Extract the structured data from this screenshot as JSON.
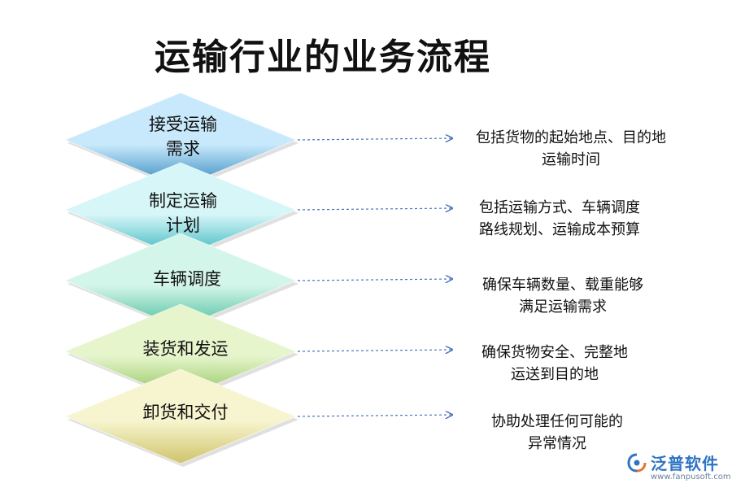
{
  "title": "运输行业的业务流程",
  "steps": [
    {
      "line1": "接受运输",
      "line2": "需求",
      "desc1": "包括货物的起始地点、目的地",
      "desc2": "运输时间",
      "color_top": "#c8e9fb",
      "color_bottom": "#2f86bd"
    },
    {
      "line1": "制定运输",
      "line2": "计划",
      "desc1": "包括运输方式、车辆调度",
      "desc2": "路线规划、运输成本预算",
      "color_top": "#d6f6f8",
      "color_bottom": "#35b5bd"
    },
    {
      "line1": "车辆调度",
      "line2": "",
      "desc1": "确保车辆数量、载重能够",
      "desc2": "满足运输需求",
      "color_top": "#d4f5ea",
      "color_bottom": "#4cbf9c"
    },
    {
      "line1": "装货和发运",
      "line2": "",
      "desc1": "确保货物安全、完整地",
      "desc2": "运送到目的地",
      "color_top": "#e6f5cc",
      "color_bottom": "#8ec35a"
    },
    {
      "line1": "卸货和交付",
      "line2": "",
      "desc1": "协助处理任何可能的",
      "desc2": "异常情况",
      "color_top": "#f7f5cf",
      "color_bottom": "#cfc36a"
    }
  ],
  "logo": {
    "name": "泛普软件",
    "url": "www.fanpusoft.com",
    "icon": "fanpu-logo-icon",
    "color": "#2e74c4"
  },
  "connector_color": "#4a72b8"
}
